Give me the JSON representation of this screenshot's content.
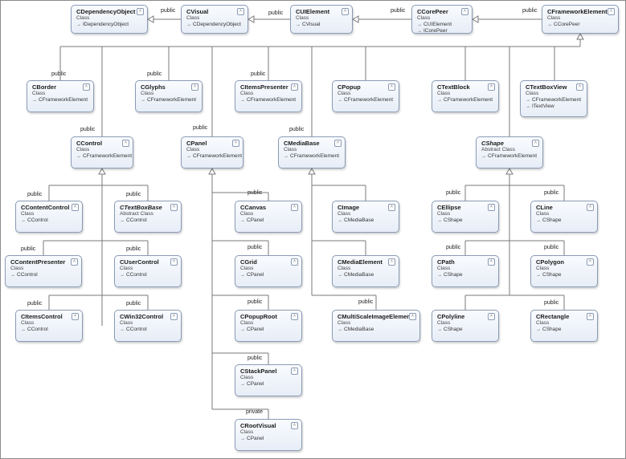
{
  "classes": [
    {
      "id": "cdep",
      "name": "CDependencyObject",
      "kind": "Class",
      "bases": [
        "IDependencyObject"
      ]
    },
    {
      "id": "cvisual",
      "name": "CVisual",
      "kind": "Class",
      "bases": [
        "CDependencyObject"
      ]
    },
    {
      "id": "cuie",
      "name": "CUIElement",
      "kind": "Class",
      "bases": [
        "CVisual"
      ]
    },
    {
      "id": "ccore",
      "name": "CCorePeer",
      "kind": "Class",
      "bases": [
        "CUIElement",
        "ICorePeer"
      ]
    },
    {
      "id": "cfe",
      "name": "CFrameworkElement",
      "kind": "Class",
      "bases": [
        "CCorePeer"
      ]
    },
    {
      "id": "cborder",
      "name": "CBorder",
      "kind": "Class",
      "bases": [
        "CFrameworkElement"
      ]
    },
    {
      "id": "cglyphs",
      "name": "CGlyphs",
      "kind": "Class",
      "bases": [
        "CFrameworkElement"
      ]
    },
    {
      "id": "citemsp",
      "name": "CItemsPresenter",
      "kind": "Class",
      "bases": [
        "CFrameworkElement"
      ]
    },
    {
      "id": "cpopup",
      "name": "CPopup",
      "kind": "Class",
      "bases": [
        "CFrameworkElement"
      ]
    },
    {
      "id": "ctextblock",
      "name": "CTextBlock",
      "kind": "Class",
      "bases": [
        "CFrameworkElement"
      ]
    },
    {
      "id": "ctextboxview",
      "name": "CTextBoxView",
      "kind": "Class",
      "bases": [
        "CFrameworkElement",
        "ITextView"
      ]
    },
    {
      "id": "ccontrol",
      "name": "CControl",
      "kind": "Class",
      "bases": [
        "CFrameworkElement"
      ]
    },
    {
      "id": "cpanel",
      "name": "CPanel",
      "kind": "Class",
      "bases": [
        "CFrameworkElement"
      ]
    },
    {
      "id": "cmediabase",
      "name": "CMediaBase",
      "kind": "Class",
      "bases": [
        "CFrameworkElement"
      ]
    },
    {
      "id": "cshape",
      "name": "CShape",
      "kind": "Abstract Class",
      "bases": [
        "CFrameworkElement"
      ],
      "abstract": true
    },
    {
      "id": "ccontentcontrol",
      "name": "CContentControl",
      "kind": "Class",
      "bases": [
        "CControl"
      ]
    },
    {
      "id": "ctextboxbase",
      "name": "CTextBoxBase",
      "kind": "Abstract Class",
      "bases": [
        "CControl"
      ],
      "abstract": true
    },
    {
      "id": "ccontentpresenter",
      "name": "CContentPresenter",
      "kind": "Class",
      "bases": [
        "CControl"
      ]
    },
    {
      "id": "cusercontrol",
      "name": "CUserControl",
      "kind": "Class",
      "bases": [
        "CControl"
      ]
    },
    {
      "id": "citemscontrol",
      "name": "CItemsControl",
      "kind": "Class",
      "bases": [
        "CControl"
      ]
    },
    {
      "id": "cwin32",
      "name": "CWin32Control",
      "kind": "Class",
      "bases": [
        "CControl"
      ]
    },
    {
      "id": "ccanvas",
      "name": "CCanvas",
      "kind": "Class",
      "bases": [
        "CPanel"
      ]
    },
    {
      "id": "cgrid",
      "name": "CGrid",
      "kind": "Class",
      "bases": [
        "CPanel"
      ]
    },
    {
      "id": "cpopuproot",
      "name": "CPopupRoot",
      "kind": "Class",
      "bases": [
        "CPanel"
      ]
    },
    {
      "id": "cstackpanel",
      "name": "CStackPanel",
      "kind": "Class",
      "bases": [
        "CPanel"
      ]
    },
    {
      "id": "crootvisual",
      "name": "CRootVisual",
      "kind": "Class",
      "bases": [
        "CPanel"
      ]
    },
    {
      "id": "cimage",
      "name": "CImage",
      "kind": "Class",
      "bases": [
        "CMediaBase"
      ]
    },
    {
      "id": "cmediaelement",
      "name": "CMediaElement",
      "kind": "Class",
      "bases": [
        "CMediaBase"
      ]
    },
    {
      "id": "cmultiscale",
      "name": "CMultiScaleImageElement",
      "kind": "Class",
      "bases": [
        "CMediaBase"
      ]
    },
    {
      "id": "cellipse",
      "name": "CEllipse",
      "kind": "Class",
      "bases": [
        "CShape"
      ]
    },
    {
      "id": "cline",
      "name": "CLine",
      "kind": "Class",
      "bases": [
        "CShape"
      ]
    },
    {
      "id": "cpath",
      "name": "CPath",
      "kind": "Class",
      "bases": [
        "CShape"
      ]
    },
    {
      "id": "cpolygon",
      "name": "CPolygon",
      "kind": "Class",
      "bases": [
        "CShape"
      ]
    },
    {
      "id": "cpolyline",
      "name": "CPolyline",
      "kind": "Class",
      "bases": [
        "CShape"
      ]
    },
    {
      "id": "crectangle",
      "name": "CRectangle",
      "kind": "Class",
      "bases": [
        "CShape"
      ]
    }
  ],
  "labels": {
    "cvisual_cdep": "public",
    "cuie_cvisual": "public",
    "ccore_cuie": "public",
    "cfe_ccore": "public",
    "cborder": "public",
    "cglyphs": "public",
    "citemsp": "public",
    "ccontrol": "public",
    "cpanel": "public",
    "cmediabase": "public",
    "ccontentcontrol": "public",
    "ctextboxbase": "public",
    "ccontentpresenter": "public",
    "cusercontrol": "public",
    "citemscontrol": "public",
    "cwin32": "public",
    "ccanvas": "public",
    "cgrid": "public",
    "cpopuproot": "public",
    "cstackpanel": "public",
    "crootvisual": "private",
    "cmultiscale": "public",
    "cellipse": "public",
    "cline": "public",
    "cpath": "public",
    "cpolygon": "public",
    "crectangle": "public"
  },
  "colors": {
    "box_border": "#8a9bb5",
    "box_fill_top": "#f9fbfe",
    "box_fill_bottom": "#e7edf7",
    "line": "#7a7a7a",
    "frame": "#8a8a8a"
  },
  "icons": {
    "collapse": "chevron-up-icon",
    "base_arrow": "arrow-right-icon"
  }
}
